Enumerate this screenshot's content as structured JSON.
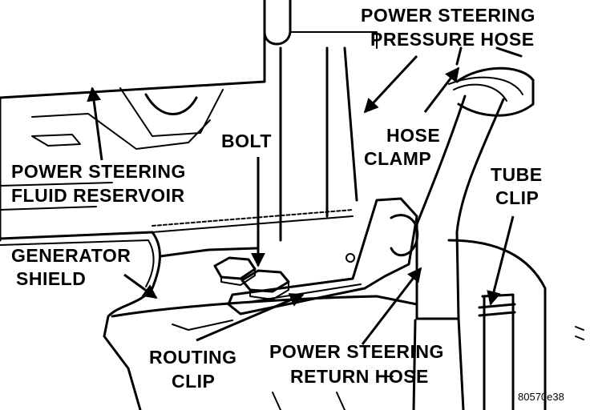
{
  "labels": {
    "ps_pressure_hose": [
      "POWER STEERING",
      "PRESSURE HOSE"
    ],
    "hose_clamp": [
      "HOSE",
      "CLAMP"
    ],
    "bolt": "BOLT",
    "tube_clip": [
      "TUBE",
      "CLIP"
    ],
    "ps_fluid_reservoir": [
      "POWER STEERING",
      "FLUID RESERVOIR"
    ],
    "generator_shield": [
      "GENERATOR",
      "SHIELD"
    ],
    "routing_clip": [
      "ROUTING",
      "CLIP"
    ],
    "ps_return_hose": [
      "POWER STEERING",
      "RETURN HOSE"
    ]
  },
  "figure_ref": "80570e38"
}
